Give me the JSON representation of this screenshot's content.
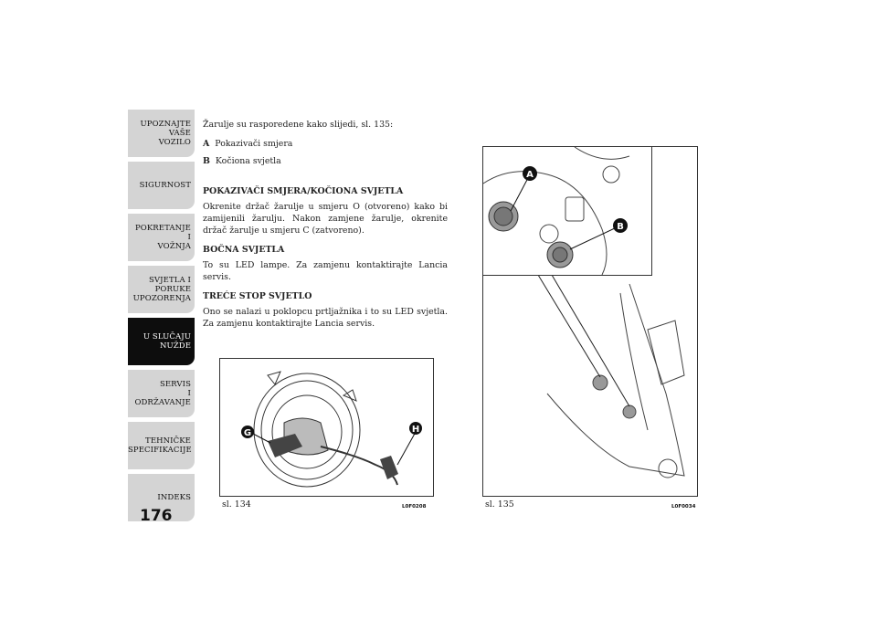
{
  "sidebar": {
    "tabs": [
      {
        "lines": [
          "UPOZNAJTE",
          "VAŠE",
          "VOZILO"
        ],
        "active": false
      },
      {
        "lines": [
          "SIGURNOST"
        ],
        "active": false
      },
      {
        "lines": [
          "POKRETANJE",
          "I",
          "VOŽNJA"
        ],
        "active": false
      },
      {
        "lines": [
          "SVJETLA I",
          "PORUKE",
          "UPOZORENJA"
        ],
        "active": false
      },
      {
        "lines": [
          "U SLUČAJU",
          "NUŽDE"
        ],
        "active": true
      },
      {
        "lines": [
          "SERVIS",
          "I",
          "ODRŽAVANJE"
        ],
        "active": false
      },
      {
        "lines": [
          "TEHNIČKE",
          "SPECIFIKACIJE"
        ],
        "active": false
      },
      {
        "lines": [
          "INDEKS"
        ],
        "active": false
      }
    ]
  },
  "page_number": "176",
  "content": {
    "intro": "Žarulje su rasporedene kako slijedi, sl. 135:",
    "item_a_letter": "A",
    "item_a_text": "Pokazivači smjera",
    "item_b_letter": "B",
    "item_b_text": "Kočiona svjetla",
    "heading1": "POKAZIVAČI SMJERA/KOČIONA SVJETLA",
    "para1": "Okrenite držač žarulje u smjeru O (otvoreno) kako bi zamijenili žarulju. Nakon zamjene žarulje, okrenite držač žarulje u smjeru C (zatvoreno).",
    "heading2": "BOČNA SVJETLA",
    "para2": "To su LED lampe. Za zamjenu kontaktirajte Lancia servis.",
    "heading3": "TREĆE STOP SVJETLO",
    "para3": "Ono se nalazi u poklopcu prtljažnika i to su LED svjetla. Za zamjenu kontaktirajte Lancia servis."
  },
  "figures": {
    "fig134": {
      "caption": "sl. 134",
      "code": "L0F0208",
      "label_g": "G",
      "label_h": "H"
    },
    "fig135": {
      "caption": "sl. 135",
      "code": "L0F0034",
      "label_a": "A",
      "label_b": "B"
    }
  },
  "colors": {
    "tab_inactive": "#d4d4d4",
    "tab_active": "#0d0d0d"
  }
}
